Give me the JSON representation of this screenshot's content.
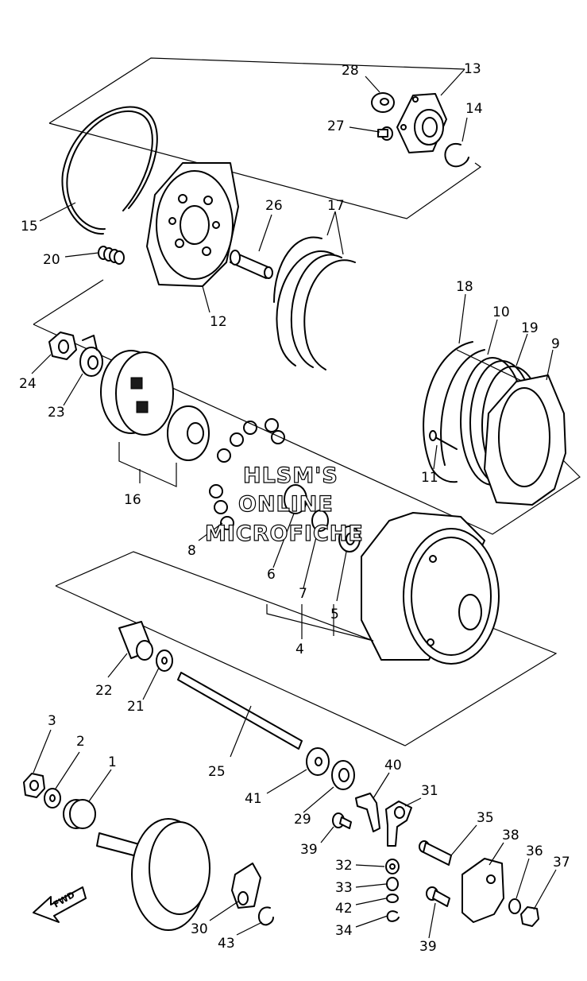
{
  "diagram": {
    "watermark": [
      "HLSM'S",
      "ONLINE",
      "MICROFICHE"
    ],
    "direction_label": "FWD",
    "callouts": [
      "1",
      "2",
      "3",
      "4",
      "5",
      "6",
      "7",
      "8",
      "9",
      "10",
      "11",
      "12",
      "13",
      "14",
      "15",
      "16",
      "17",
      "18",
      "19",
      "20",
      "21",
      "22",
      "23",
      "24",
      "25",
      "26",
      "27",
      "28",
      "29",
      "30",
      "31",
      "32",
      "33",
      "34",
      "35",
      "36",
      "37",
      "38",
      "39",
      "39",
      "40",
      "41",
      "42",
      "43"
    ]
  }
}
